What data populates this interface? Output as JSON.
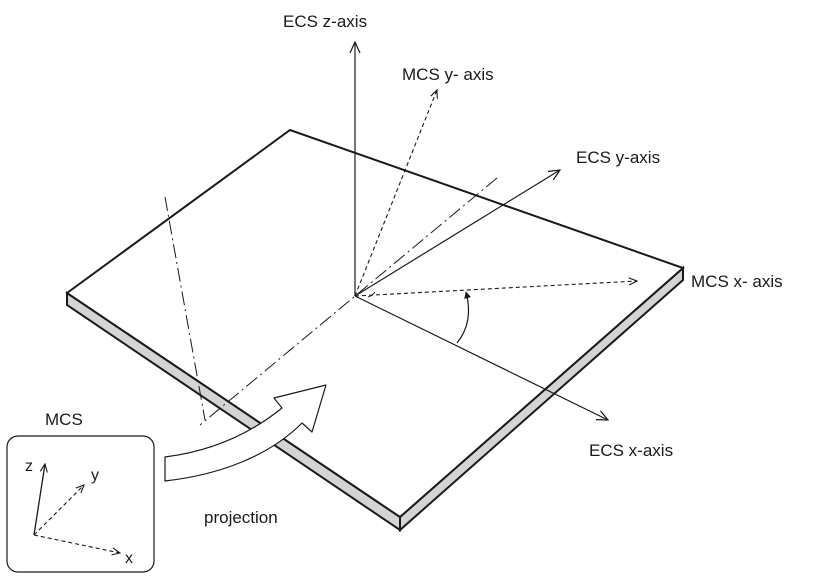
{
  "labels": {
    "ecs_z": "ECS z-axis",
    "mcs_y": "MCS y- axis",
    "ecs_y": "ECS y-axis",
    "mcs_x": "MCS x- axis",
    "ecs_x": "ECS x-axis",
    "mcs": "MCS",
    "projection": "projection",
    "inset_x": "x",
    "inset_y": "y",
    "inset_z": "z"
  },
  "colors": {
    "line": "#1a1a1a",
    "plate_top": "#ffffff",
    "plate_side": "#d4d4d4"
  },
  "icons": [
    "arrow-head",
    "curved-projection-arrow",
    "angle-arc"
  ]
}
